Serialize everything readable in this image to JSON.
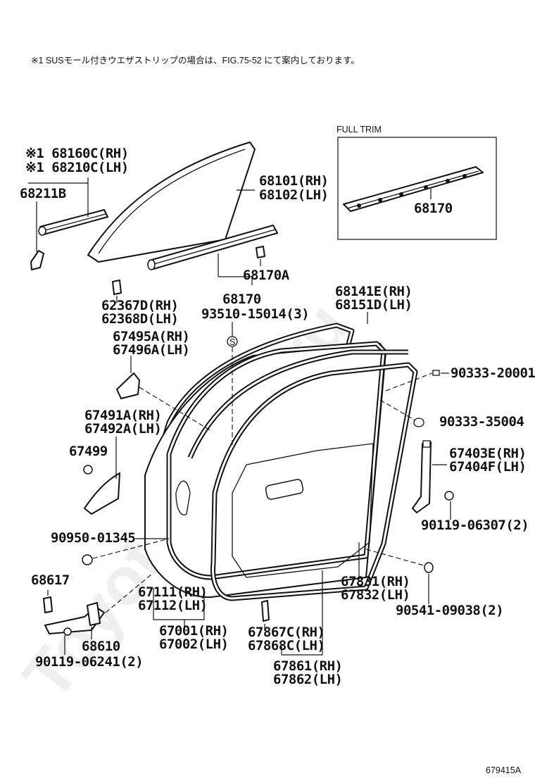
{
  "note": "※1 SUSモール付きウエザストリップの場合は、FIG.75-52 にて案内しております。",
  "watermark": "Toyota-Mine.ru",
  "figure_id": "679415A",
  "full_trim": {
    "title": "FULL TRIM",
    "part": "68170"
  },
  "labels": {
    "p68160": "※1 68160C(RH)",
    "p68210": "※1 68210C(LH)",
    "p68211": "68211B",
    "p68101": "68101(RH)",
    "p68102": "68102(LH)",
    "p68170a": "68170A",
    "p68170": "68170",
    "p93510": "93510-15014(3)",
    "p62367": "62367D(RH)",
    "p62368": "62368D(LH)",
    "p67495": "67495A(RH)",
    "p67496": "67496A(LH)",
    "p68141": "68141E(RH)",
    "p68151": "68151D(LH)",
    "p90333a": "90333-20001(",
    "p90333b": "90333-35004",
    "p67491": "67491A(RH)",
    "p67492": "67492A(LH)",
    "p67499": "67499",
    "p67403": "67403E(RH)",
    "p67404": "67404F(LH)",
    "p90119a": "90119-06307(2)",
    "p90950": "90950-01345",
    "p68617": "68617",
    "p67111": "67111(RH)",
    "p67112": "67112(LH)",
    "p67831": "67831(RH)",
    "p67832": "67832(LH)",
    "p90541": "90541-09038(2)",
    "p67001": "67001(RH)",
    "p67002": "67002(LH)",
    "p67867": "67867C(RH)",
    "p67868": "67868C(LH)",
    "p68610": "68610",
    "p90119b": "90119-06241(2)",
    "p67861": "67861(RH)",
    "p67862": "67862(LH)",
    "screw_mark": "S"
  }
}
